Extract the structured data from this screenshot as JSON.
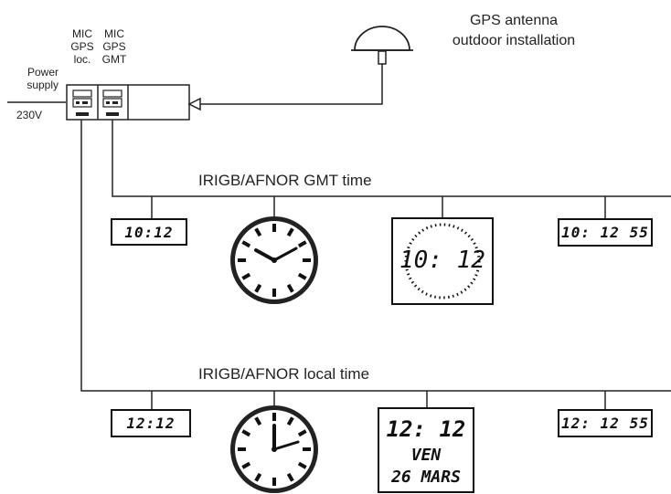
{
  "header": {
    "mic_loc_label": [
      "MIC",
      "GPS",
      "loc."
    ],
    "mic_gmt_label": [
      "MIC",
      "GPS",
      "GMT"
    ],
    "power_label": [
      "Power",
      "supply"
    ],
    "voltage_label": "230V",
    "antenna_label": [
      "GPS antenna",
      "outdoor installation"
    ]
  },
  "lines": {
    "gmt_title": "IRIGB/AFNOR GMT time",
    "local_title": "IRIGB/AFNOR local time"
  },
  "gmt_clocks": {
    "digital_short": "10:12",
    "square_time": "10: 12",
    "digital_seconds": "10: 12 55"
  },
  "local_clocks": {
    "digital_short": "12:12",
    "calendar_time": "12: 12",
    "calendar_day": "VEN",
    "calendar_date": "26 MARS",
    "digital_seconds": "12: 12 55"
  },
  "colors": {
    "ink": "#111111",
    "paper": "#ffffff"
  }
}
